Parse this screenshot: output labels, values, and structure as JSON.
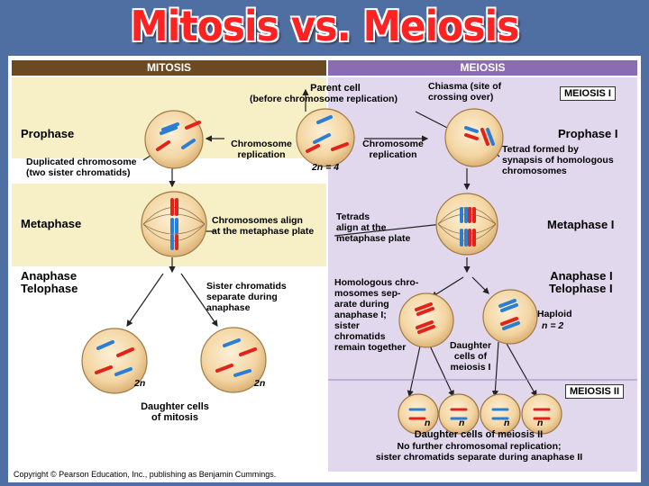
{
  "slide_title": "Mitosis vs. Meiosis",
  "headers": {
    "mitosis": "MITOSIS",
    "meiosis": "MEIOSIS"
  },
  "labels": {
    "parent_cell": "Parent cell",
    "parent_cell_sub": "(before chromosome replication)",
    "chiasma": "Chiasma (site of\ncrossing over)",
    "meiosis_i": "MEIOSIS I",
    "prophase": "Prophase",
    "prophase_i": "Prophase I",
    "chrom_rep_left": "Chromosome\nreplication",
    "chrom_rep_right": "Chromosome\nreplication",
    "two_n_4": "2n = 4",
    "dup_chrom": "Duplicated chromosome\n(two sister chromatids)",
    "tetrad_formed": "Tetrad formed by\nsynapsis of homologous\nchromosomes",
    "metaphase": "Metaphase",
    "metaphase_i": "Metaphase I",
    "chrom_align": "Chromosomes align\nat the metaphase plate",
    "tetrads_align": "Tetrads\nalign at the\nmetaphase plate",
    "anaphase_telophase": "Anaphase\nTelophase",
    "anaphase_telophase_i": "Anaphase I\nTelophase I",
    "sister_sep": "Sister chromatids\nseparate during\nanaphase",
    "homologous_sep": "Homologous chro-\nmosomes sep-\narate during\nanaphase I;\nsister\nchromatids\nremain together",
    "haploid": "Haploid",
    "n_2": "n = 2",
    "daughter_meiosis_i": "Daughter\ncells of\nmeiosis I",
    "two_n_left": "2n",
    "two_n_right": "2n",
    "daughter_mitosis": "Daughter cells\nof mitosis",
    "meiosis_ii": "MEIOSIS II",
    "n1": "n",
    "n2": "n",
    "n3": "n",
    "n4": "n",
    "daughter_meiosis_ii": "Daughter cells of meiosis II",
    "no_further": "No further chromosomal replication;\nsister chromatids separate during anaphase II",
    "copyright": "Copyright © Pearson Education, Inc., publishing as Benjamin Cummings."
  },
  "colors": {
    "background": "#4f6fa3",
    "title_red": "#ff2222",
    "mitosis_header": "#6b4a23",
    "meiosis_header": "#8a6cb4",
    "mitosis_band": "#f7f0c6",
    "meiosis_band": "#e2d8ee",
    "cell_fill": "#f6dcae",
    "cell_stroke": "#a07a45",
    "chrom_red": "#e2231a",
    "chrom_blue": "#2a7fd4"
  }
}
